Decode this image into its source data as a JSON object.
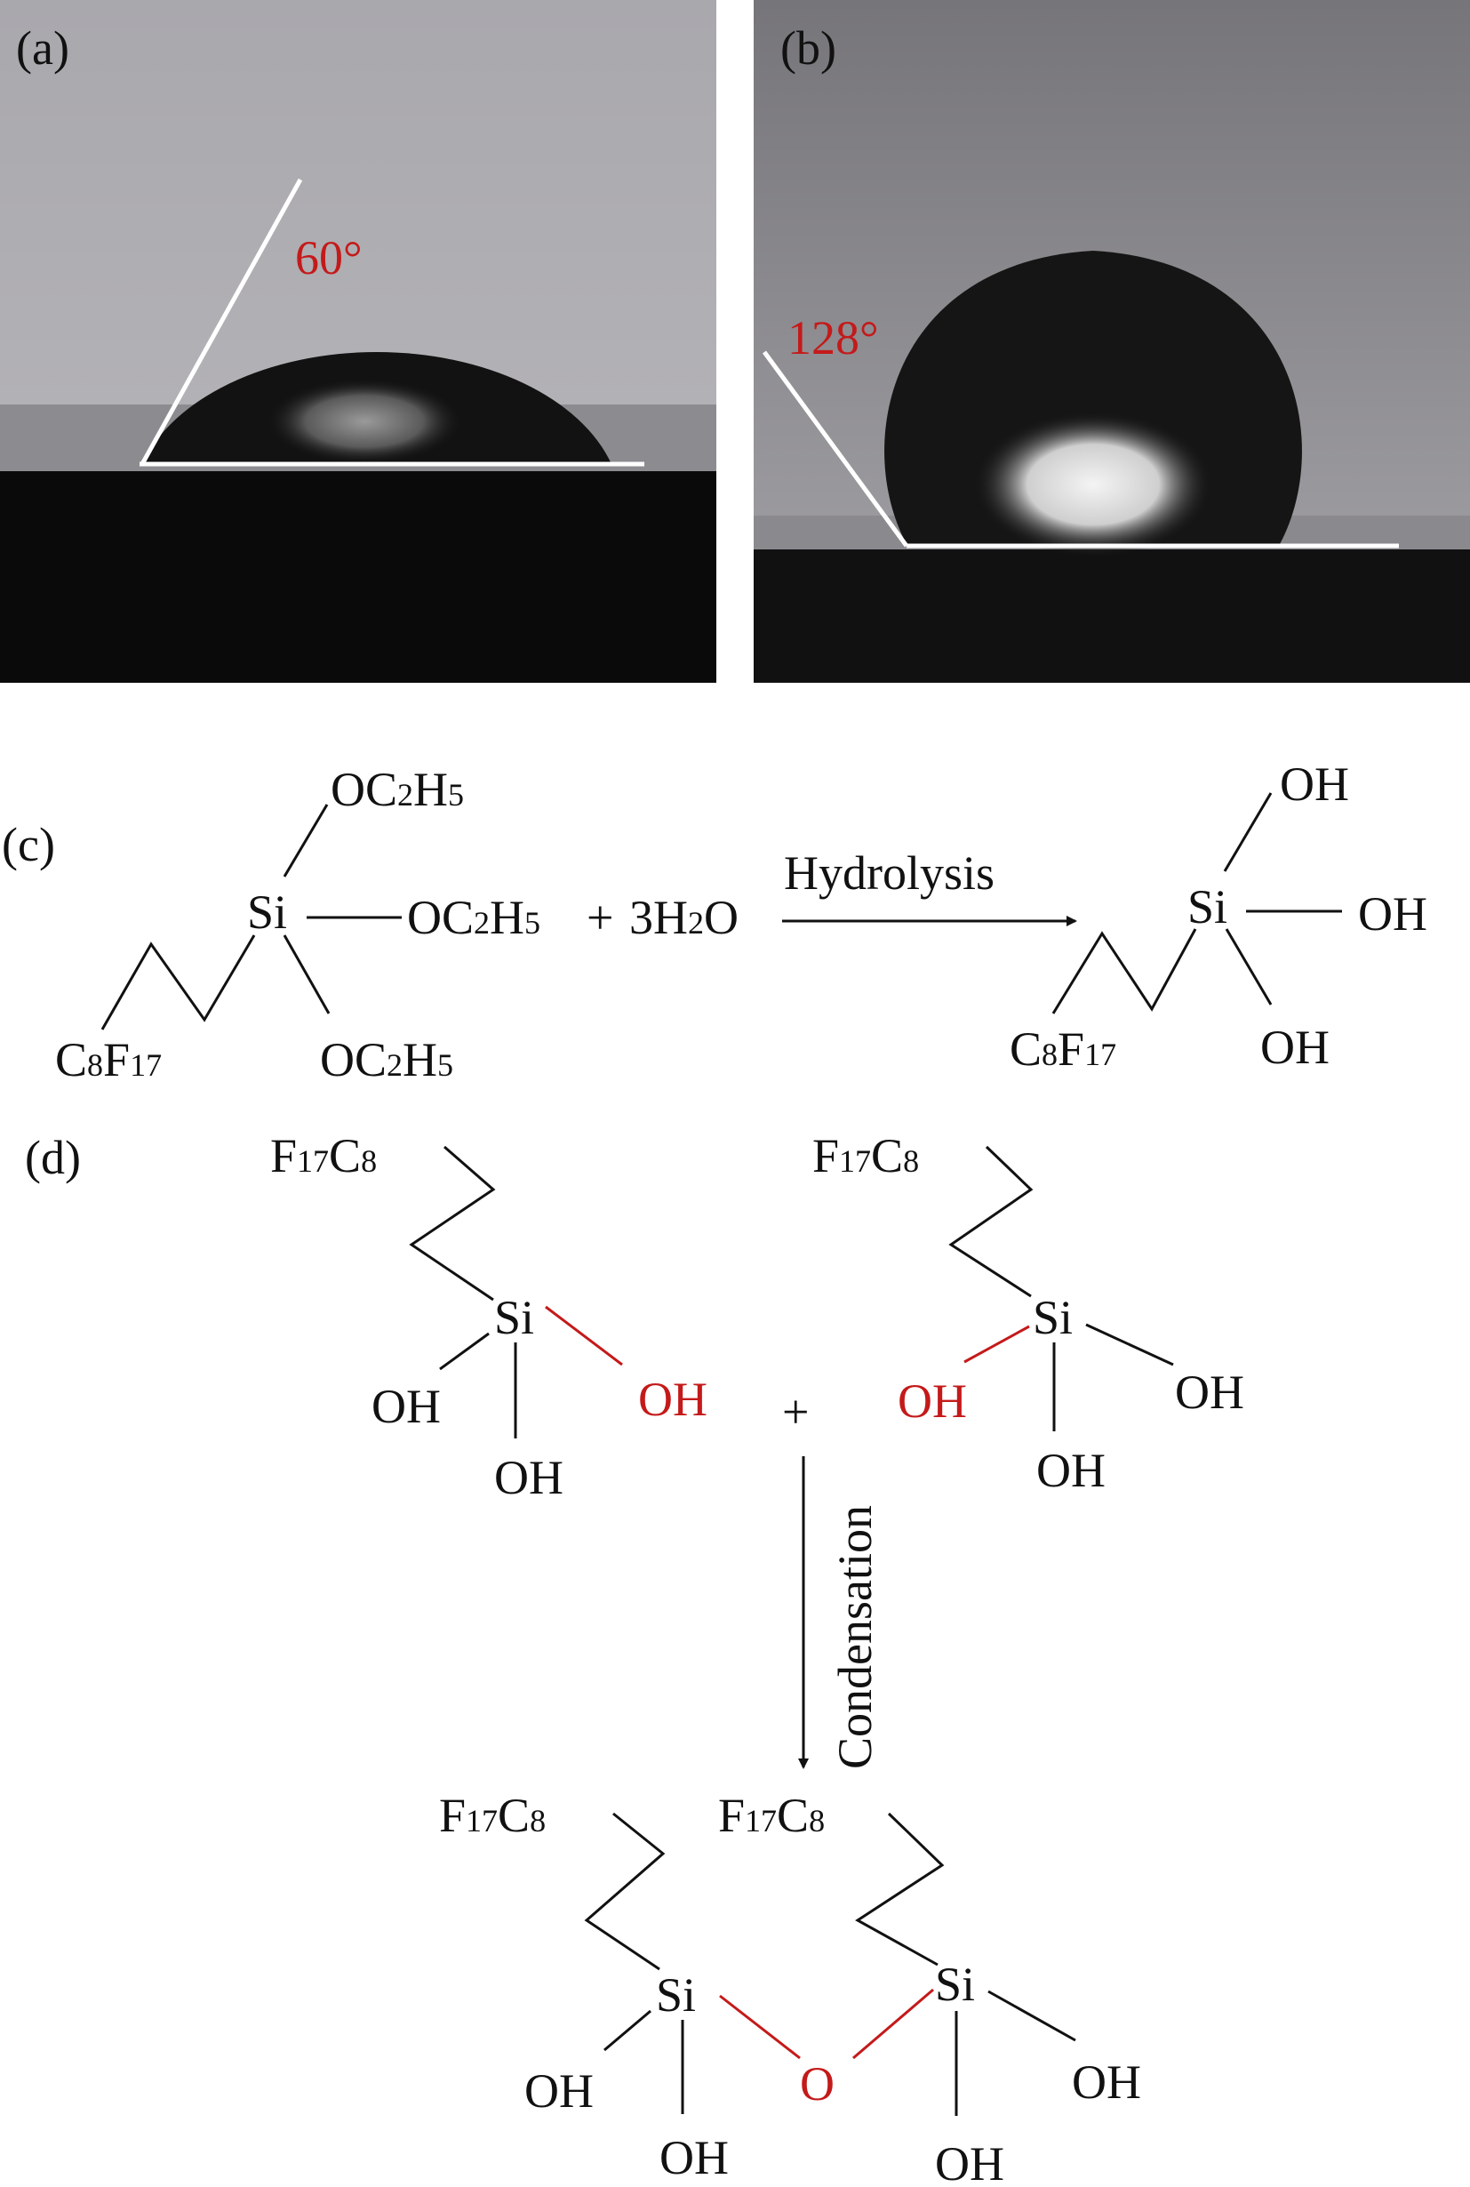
{
  "panels": {
    "a": {
      "label": "(a)",
      "angle": "60°"
    },
    "b": {
      "label": "(b)",
      "angle": "128°"
    },
    "c": {
      "label": "(c)"
    },
    "d": {
      "label": "(d)"
    }
  },
  "reaction_c": {
    "si": "Si",
    "oc2h5": {
      "o": "OC",
      "n2": "2",
      "h": "H",
      "n5": "5"
    },
    "plus": "+",
    "water": {
      "pre": "3H",
      "n2": "2",
      "post": "O"
    },
    "arrow_label": "Hydrolysis",
    "chain": {
      "c": "C",
      "n8": "8",
      "f": "F",
      "n17": "17"
    },
    "oh": "OH"
  },
  "reaction_d": {
    "chain": {
      "f": "F",
      "n17": "17",
      "c": "C",
      "n8": "8"
    },
    "si": "Si",
    "oh": "OH",
    "plus": "+",
    "arrow_label": "Condensation",
    "bridge_o": "O"
  },
  "colors": {
    "highlight": "#c41a1a",
    "angle_line": "#ffffff",
    "ink": "#111111"
  }
}
